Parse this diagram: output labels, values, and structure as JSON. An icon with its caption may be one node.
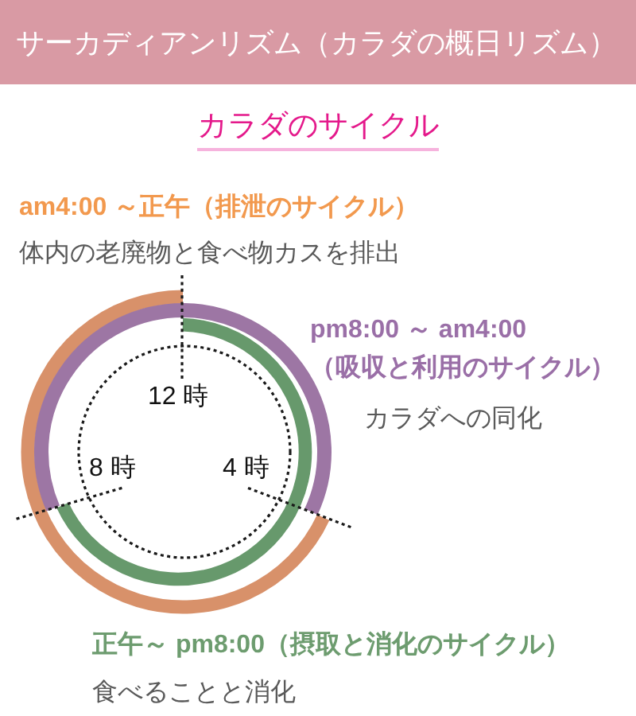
{
  "diagram": {
    "title": "サーカディアンリズム（カラダの概日リズム）",
    "labels": [
      "カラダのサイクル",
      "am4:00 ～正午（排泄のサイクル）",
      "体内の老廃物と食べ物カスを排出",
      "pm8:00 ～ am4:00（吸収と利用のサイクル）",
      "カラダへの同化",
      "12 時",
      "8 時",
      "4 時",
      "正午～ pm8:00（摂取と消化のサイクル）",
      "食べることと消化"
    ]
  }
}
